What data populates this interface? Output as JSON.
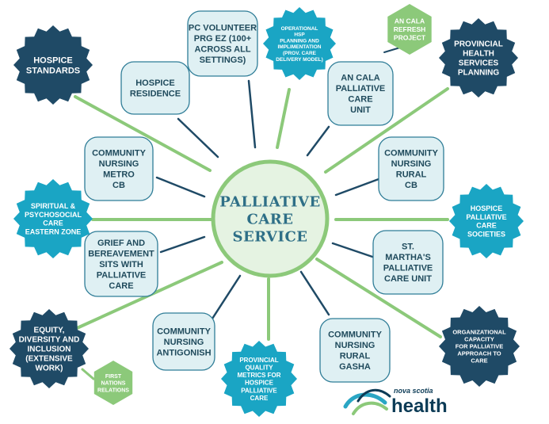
{
  "center": {
    "lines": [
      "PALLIATIVE",
      "CARE",
      "SERVICE"
    ]
  },
  "colors": {
    "box_fill": "#dff0f3",
    "box_stroke": "#2f7d97",
    "line_green": "#8cc97a",
    "line_navy": "#1f4a66",
    "dark_badge": "#1f4a66",
    "teal_badge": "#1aa5c4",
    "green_hex": "#8cc97a",
    "center_fill": "#e5f3e2",
    "center_ring": "#8cc97a"
  },
  "boxes": [
    {
      "id": "hospice-residence",
      "lines": [
        "HOSPICE",
        "RESIDENCE"
      ]
    },
    {
      "id": "pc-volunteer",
      "lines": [
        "PC VOLUNTEER",
        "PRG EZ (100+",
        "ACROSS ALL",
        "SETTINGS)"
      ]
    },
    {
      "id": "an-cala-unit",
      "lines": [
        "AN CALA",
        "PALLIATIVE",
        "CARE",
        "UNIT"
      ]
    },
    {
      "id": "community-nursing-metro",
      "lines": [
        "COMMUNITY",
        "NURSING",
        "METRO",
        "CB"
      ]
    },
    {
      "id": "community-nursing-rural-cb",
      "lines": [
        "COMMUNITY",
        "NURSING",
        "RURAL",
        "CB"
      ]
    },
    {
      "id": "grief-bereavement",
      "lines": [
        "GRIEF AND",
        "BEREAVEMENT",
        "SITS WITH",
        "PALLIATIVE",
        "CARE"
      ]
    },
    {
      "id": "st-marthas",
      "lines": [
        "ST.",
        "MARTHA'S",
        "PALLIATIVE",
        "CARE UNIT"
      ]
    },
    {
      "id": "community-nursing-antigonish",
      "lines": [
        "COMMUNITY",
        "NURSING",
        "ANTIGONISH"
      ]
    },
    {
      "id": "community-nursing-rural-gasha",
      "lines": [
        "COMMUNITY",
        "NURSING",
        "RURAL",
        "GASHA"
      ]
    }
  ],
  "badges": [
    {
      "id": "hospice-standards",
      "lines": [
        "HOSPICE",
        "STANDARDS"
      ]
    },
    {
      "id": "operational-hsp",
      "lines": [
        "OPERATIONAL",
        "HSP",
        "PLANNING AND",
        "IMPLIMENTATION",
        "(PROV. CARE",
        "DELIVERY MODEL)"
      ]
    },
    {
      "id": "provincial-health-services",
      "lines": [
        "PROVINCIAL",
        "HEALTH",
        "SERVICES",
        "PLANNING"
      ]
    },
    {
      "id": "spiritual-psychosocial",
      "lines": [
        "SPIRITUAL &",
        "PSYCHOSOCIAL",
        "CARE",
        "EASTERN ZONE"
      ]
    },
    {
      "id": "hospice-palliative-societies",
      "lines": [
        "HOSPICE",
        "PALLIATIVE",
        "CARE",
        "SOCIETIES"
      ]
    },
    {
      "id": "equity-diversity",
      "lines": [
        "EQUITY,",
        "DIVERSITY AND",
        "INCLUSION",
        "(EXTENSIVE",
        "WORK)"
      ]
    },
    {
      "id": "provincial-quality-metrics",
      "lines": [
        "PROVINCIAL",
        "QUALITY",
        "METRICS FOR",
        "HOSPICE",
        "PALLIATIVE",
        "CARE"
      ]
    },
    {
      "id": "organizational-capacity",
      "lines": [
        "ORGANIZATIONAL",
        "CAPACITY",
        "FOR PALLIATIVE",
        "APPROACH TO",
        "CARE"
      ]
    }
  ],
  "hexes": [
    {
      "id": "an-cala-refresh",
      "lines": [
        "AN CALA",
        "REFRESH",
        "PROJECT"
      ]
    },
    {
      "id": "first-nations",
      "lines": [
        "FIRST",
        "NATIONS",
        "RELATIONS"
      ]
    }
  ],
  "logo": {
    "sub": "nova scotia",
    "main": "health"
  }
}
